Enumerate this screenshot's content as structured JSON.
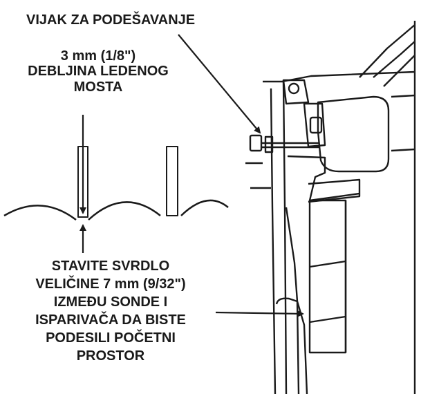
{
  "labels": {
    "adjust_screw": "VIJAK ZA PODEŠAVANJE",
    "bridge_thickness": [
      "3 mm (1/8\")",
      "DEBLJINA LEDENOG",
      "MOSTA"
    ],
    "drill_instruction": [
      "STAVITE SVRDLO",
      "VELIČINE 7 mm (9/32\")",
      "IZMEĐU SONDE I",
      "ISPARIVAČA DA BISTE",
      "PODESILI POČETNI",
      "PROSTOR"
    ]
  },
  "colors": {
    "ink": "#1a1a1a",
    "background": "#ffffff"
  }
}
